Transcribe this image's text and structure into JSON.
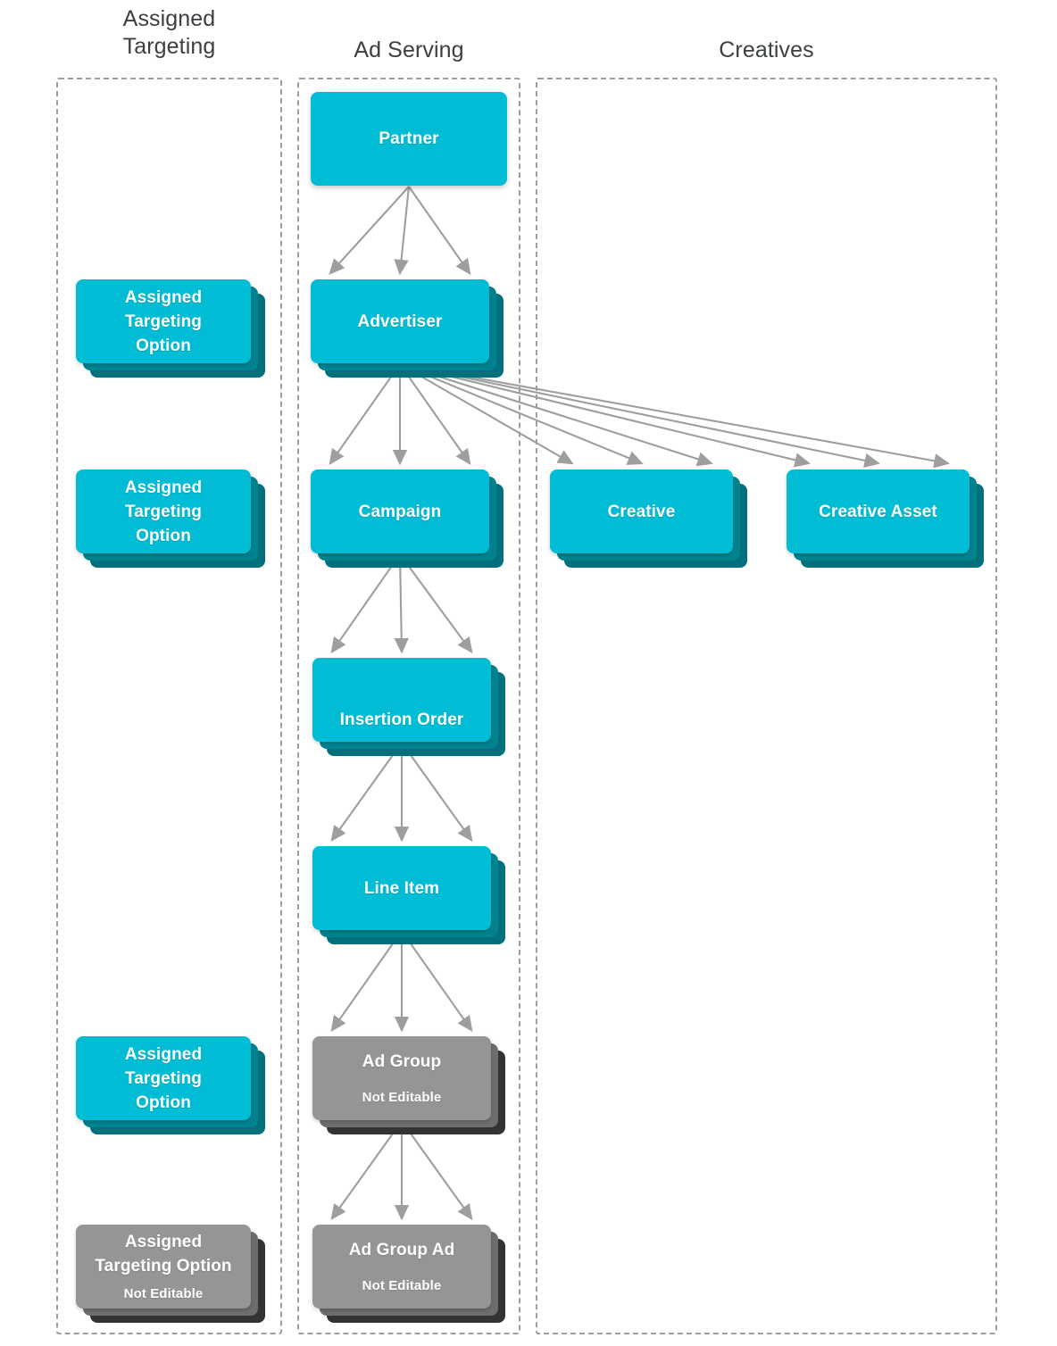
{
  "diagram": {
    "title_colors": {
      "editable_front": "#00bcd4",
      "editable_mid": "#00838f",
      "editable_back": "#00707c",
      "noneditable_front": "#959595",
      "noneditable_mid": "#6e6e6e",
      "noneditable_back": "#333333",
      "arrow": "#9e9e9e",
      "dashed_border": "#9e9e9e",
      "header_text": "#3c4043"
    },
    "columns": [
      {
        "id": "assigned-targeting",
        "label": "Assigned\nTargeting",
        "label_line1": "Assigned",
        "label_line2": "Targeting"
      },
      {
        "id": "ad-serving",
        "label": "Ad Serving"
      },
      {
        "id": "creatives",
        "label": "Creatives"
      }
    ],
    "nodes": [
      {
        "id": "partner",
        "title": "Partner",
        "sub": "",
        "stacked": false,
        "editable": true
      },
      {
        "id": "ato-partner",
        "title": "Assigned\nTargeting\nOption",
        "title_lines": [
          "Assigned",
          "Targeting",
          "Option"
        ],
        "sub": "",
        "stacked": true,
        "editable": true
      },
      {
        "id": "advertiser",
        "title": "Advertiser",
        "sub": "",
        "stacked": true,
        "editable": true
      },
      {
        "id": "ato-advertiser",
        "title": "Assigned\nTargeting\nOption",
        "title_lines": [
          "Assigned",
          "Targeting",
          "Option"
        ],
        "sub": "",
        "stacked": true,
        "editable": true
      },
      {
        "id": "campaign",
        "title": "Campaign",
        "sub": "",
        "stacked": true,
        "editable": true
      },
      {
        "id": "creative",
        "title": "Creative",
        "sub": "",
        "stacked": true,
        "editable": true
      },
      {
        "id": "creative-asset",
        "title": "Creative Asset",
        "sub": "",
        "stacked": true,
        "editable": true
      },
      {
        "id": "insertion-order",
        "title": "Insertion Order",
        "sub": "",
        "stacked": true,
        "editable": true
      },
      {
        "id": "line-item",
        "title": "Line Item",
        "sub": "",
        "stacked": true,
        "editable": true
      },
      {
        "id": "ato-line-item",
        "title": "Assigned\nTargeting\nOption",
        "title_lines": [
          "Assigned",
          "Targeting",
          "Option"
        ],
        "sub": "",
        "stacked": true,
        "editable": true
      },
      {
        "id": "ad-group",
        "title": "Ad Group",
        "sub": "Not Editable",
        "stacked": true,
        "editable": false
      },
      {
        "id": "ato-ad-group",
        "title": "Assigned\nTargeting Option",
        "title_lines": [
          "Assigned",
          "Targeting Option"
        ],
        "sub": "Not Editable",
        "stacked": true,
        "editable": false
      },
      {
        "id": "ad-group-ad",
        "title": "Ad Group Ad",
        "sub": "Not Editable",
        "stacked": true,
        "editable": false
      }
    ],
    "labels": {
      "partner": "Partner",
      "advertiser": "Advertiser",
      "campaign": "Campaign",
      "insertion_order": "Insertion Order",
      "line_item": "Line Item",
      "creative": "Creative",
      "creative_asset": "Creative Asset",
      "ad_group": "Ad Group",
      "ad_group_ad": "Ad Group Ad",
      "not_editable": "Not Editable",
      "ato_l1": "Assigned",
      "ato_l2": "Targeting",
      "ato_l3": "Option",
      "ato_flat_l1": "Assigned",
      "ato_flat_l2": "Targeting Option",
      "col_assigned_targeting_l1": "Assigned",
      "col_assigned_targeting_l2": "Targeting",
      "col_ad_serving": "Ad Serving",
      "col_creatives": "Creatives"
    },
    "edges": [
      {
        "from": "partner",
        "to": "ato-partner",
        "count": 3
      },
      {
        "from": "partner",
        "to": "advertiser",
        "count": 3
      },
      {
        "from": "advertiser",
        "to": "ato-advertiser",
        "count": 3
      },
      {
        "from": "advertiser",
        "to": "campaign",
        "count": 3
      },
      {
        "from": "advertiser",
        "to": "creative",
        "count": 3
      },
      {
        "from": "advertiser",
        "to": "creative-asset",
        "count": 3
      },
      {
        "from": "campaign",
        "to": "insertion-order",
        "count": 3
      },
      {
        "from": "insertion-order",
        "to": "line-item",
        "count": 3
      },
      {
        "from": "line-item",
        "to": "ato-line-item",
        "count": 3
      },
      {
        "from": "line-item",
        "to": "ad-group",
        "count": 3
      },
      {
        "from": "ad-group",
        "to": "ato-ad-group",
        "count": 3
      },
      {
        "from": "ad-group",
        "to": "ad-group-ad",
        "count": 3
      }
    ]
  }
}
